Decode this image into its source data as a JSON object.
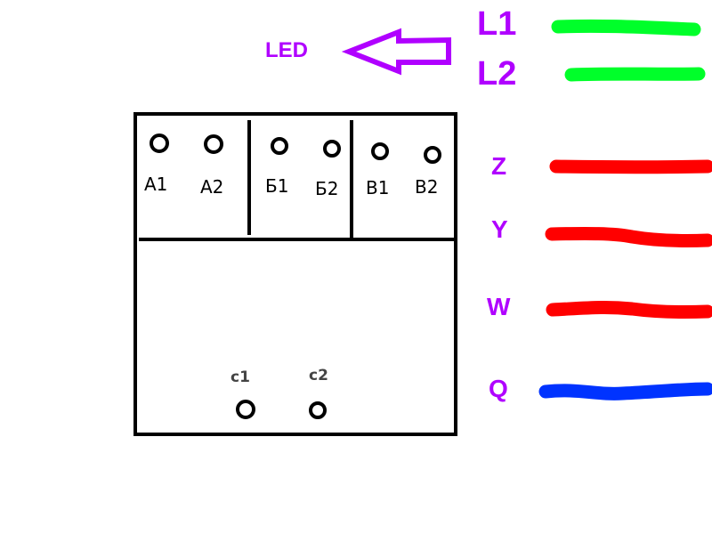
{
  "diagram": {
    "led_label": "LED",
    "colors": {
      "label": "#b000ff",
      "green_wire": "#00ff2a",
      "red_wire": "#ff0000",
      "blue_wire": "#0033ff",
      "box": "#000000"
    },
    "wires": [
      {
        "id": "L1",
        "label": "L1",
        "color": "green"
      },
      {
        "id": "L2",
        "label": "L2",
        "color": "green"
      },
      {
        "id": "Z",
        "label": "Z",
        "color": "red"
      },
      {
        "id": "Y",
        "label": "Y",
        "color": "red"
      },
      {
        "id": "W",
        "label": "W",
        "color": "red"
      },
      {
        "id": "Q",
        "label": "Q",
        "color": "blue"
      }
    ],
    "terminals": {
      "A1": "A1",
      "A2": "A2",
      "B1_cyr": "Б1",
      "B2_cyr": "Б2",
      "V1_cyr": "В1",
      "V2_cyr": "В2",
      "c1": "c1",
      "c2": "c2"
    }
  }
}
